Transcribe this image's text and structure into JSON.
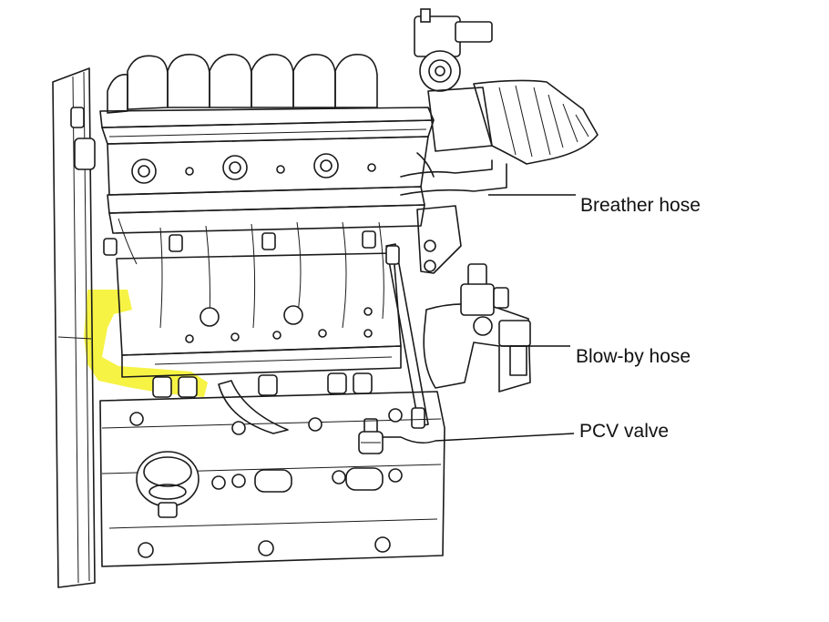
{
  "diagram": {
    "labels": {
      "breather_hose": "Breather hose",
      "blowby_hose": "Blow-by hose",
      "pcv_valve": "PCV valve"
    },
    "highlight_color": "#f5f23a",
    "line_color": "#1a1a1a"
  }
}
